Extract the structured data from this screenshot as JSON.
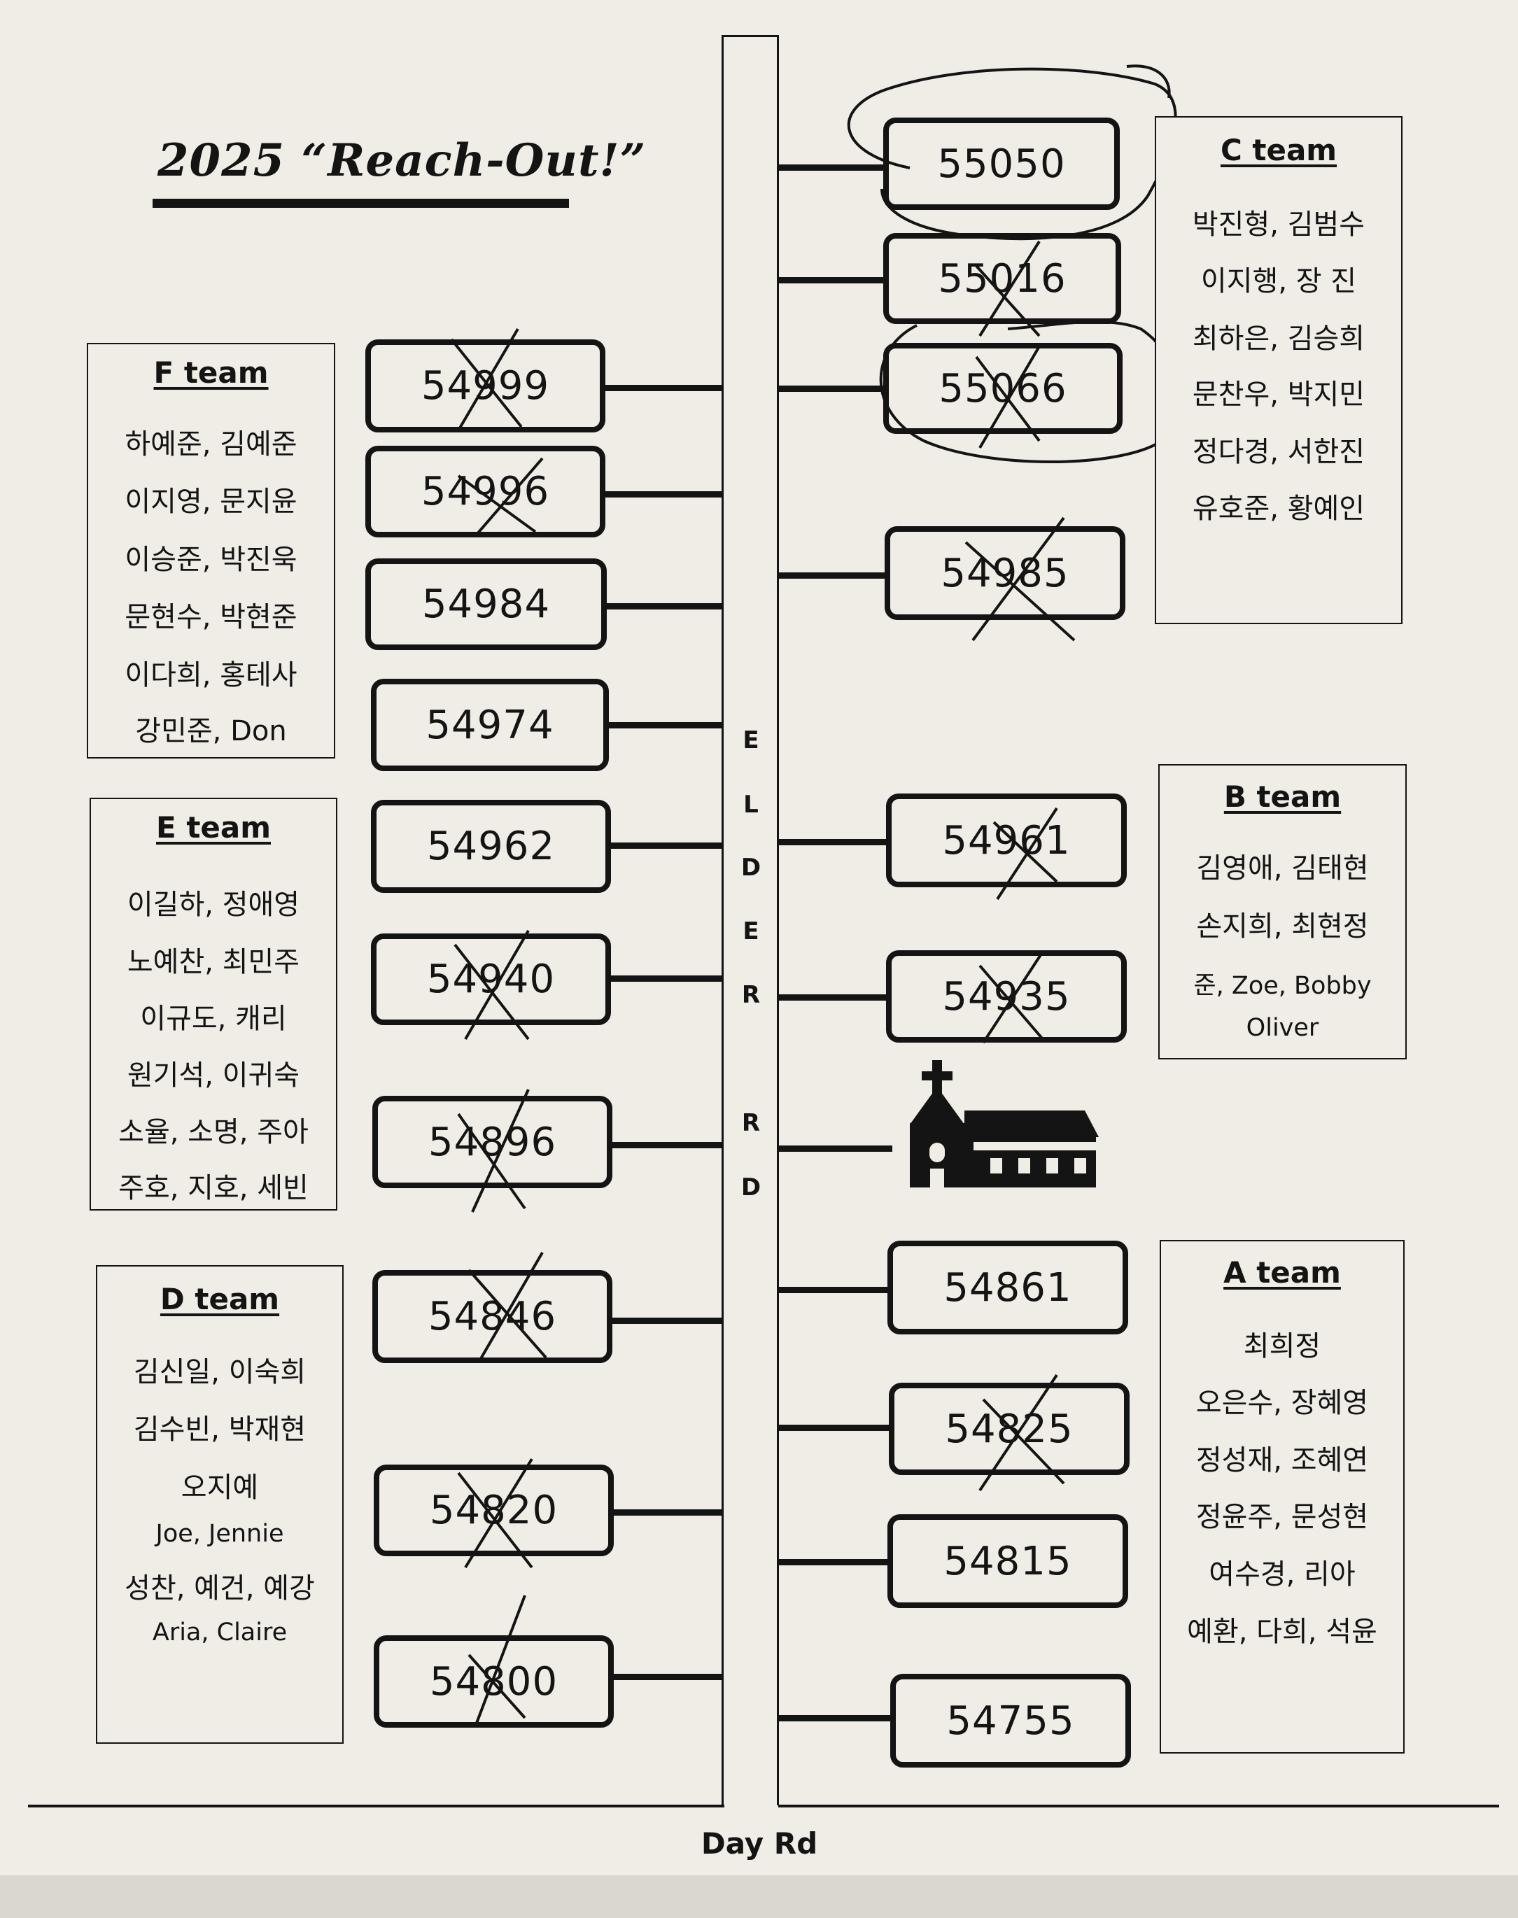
{
  "title": "2025 “Reach-Out!”",
  "street_name": "ELDER RD",
  "street_letters": [
    "E",
    "L",
    "D",
    "E",
    "R",
    "R",
    "D"
  ],
  "cross_street": "Day Rd",
  "houses": [
    {
      "id": "h55050",
      "number": "55050",
      "crossed": false,
      "circled": true
    },
    {
      "id": "h55016",
      "number": "55016",
      "crossed": true,
      "circled": false
    },
    {
      "id": "h55066",
      "number": "55066",
      "crossed": true,
      "circled": true
    },
    {
      "id": "h54985",
      "number": "54985",
      "crossed": true,
      "circled": false
    },
    {
      "id": "h54961",
      "number": "54961",
      "crossed": true,
      "circled": false
    },
    {
      "id": "h54935",
      "number": "54935",
      "crossed": true,
      "circled": false
    },
    {
      "id": "h54861",
      "number": "54861",
      "crossed": false,
      "circled": false
    },
    {
      "id": "h54825",
      "number": "54825",
      "crossed": true,
      "circled": false
    },
    {
      "id": "h54815",
      "number": "54815",
      "crossed": false,
      "circled": false
    },
    {
      "id": "h54755",
      "number": "54755",
      "crossed": false,
      "circled": false
    },
    {
      "id": "h54999",
      "number": "54999",
      "crossed": true,
      "circled": false
    },
    {
      "id": "h54996",
      "number": "54996",
      "crossed": true,
      "circled": false
    },
    {
      "id": "h54984",
      "number": "54984",
      "crossed": false,
      "circled": false
    },
    {
      "id": "h54974",
      "number": "54974",
      "crossed": false,
      "circled": false
    },
    {
      "id": "h54962",
      "number": "54962",
      "crossed": false,
      "circled": false
    },
    {
      "id": "h54940",
      "number": "54940",
      "crossed": true,
      "circled": false
    },
    {
      "id": "h54896",
      "number": "54896",
      "crossed": true,
      "circled": false
    },
    {
      "id": "h54846",
      "number": "54846",
      "crossed": true,
      "circled": false
    },
    {
      "id": "h54820",
      "number": "54820",
      "crossed": true,
      "circled": false
    },
    {
      "id": "h54800",
      "number": "54800",
      "crossed": true,
      "circled": false
    }
  ],
  "teams": {
    "c": {
      "name": "C team",
      "members": [
        "박진형, 김범수",
        "이지행, 장  진",
        "최하은, 김승희",
        "문찬우, 박지민",
        "정다경, 서한진",
        "유호준, 황예인"
      ]
    },
    "b": {
      "name": "B team",
      "members": [
        "김영애, 김태현",
        "손지희, 최현정",
        "준, Zoe, Bobby",
        "Oliver"
      ]
    },
    "a": {
      "name": "A team",
      "members": [
        "최희정",
        "오은수, 장혜영",
        "정성재, 조혜연",
        "정윤주, 문성현",
        "여수경, 리아",
        "예환, 다희, 석윤"
      ]
    },
    "f": {
      "name": "F team",
      "members": [
        "하예준, 김예준",
        "이지영, 문지윤",
        "이승준, 박진욱",
        "문현수, 박현준",
        "이다희, 홍테사",
        "강민준, Don"
      ]
    },
    "e": {
      "name": "E team",
      "members": [
        "이길하, 정애영",
        "노예찬, 최민주",
        "이규도, 캐리",
        "원기석, 이귀숙",
        "소율, 소명, 주아",
        "주호, 지호, 세빈"
      ]
    },
    "d": {
      "name": "D team",
      "members": [
        "김신일, 이숙희",
        "김수빈, 박재현",
        "오지예",
        "Joe, Jennie",
        "성찬, 예건, 예강",
        "Aria, Claire"
      ]
    }
  }
}
